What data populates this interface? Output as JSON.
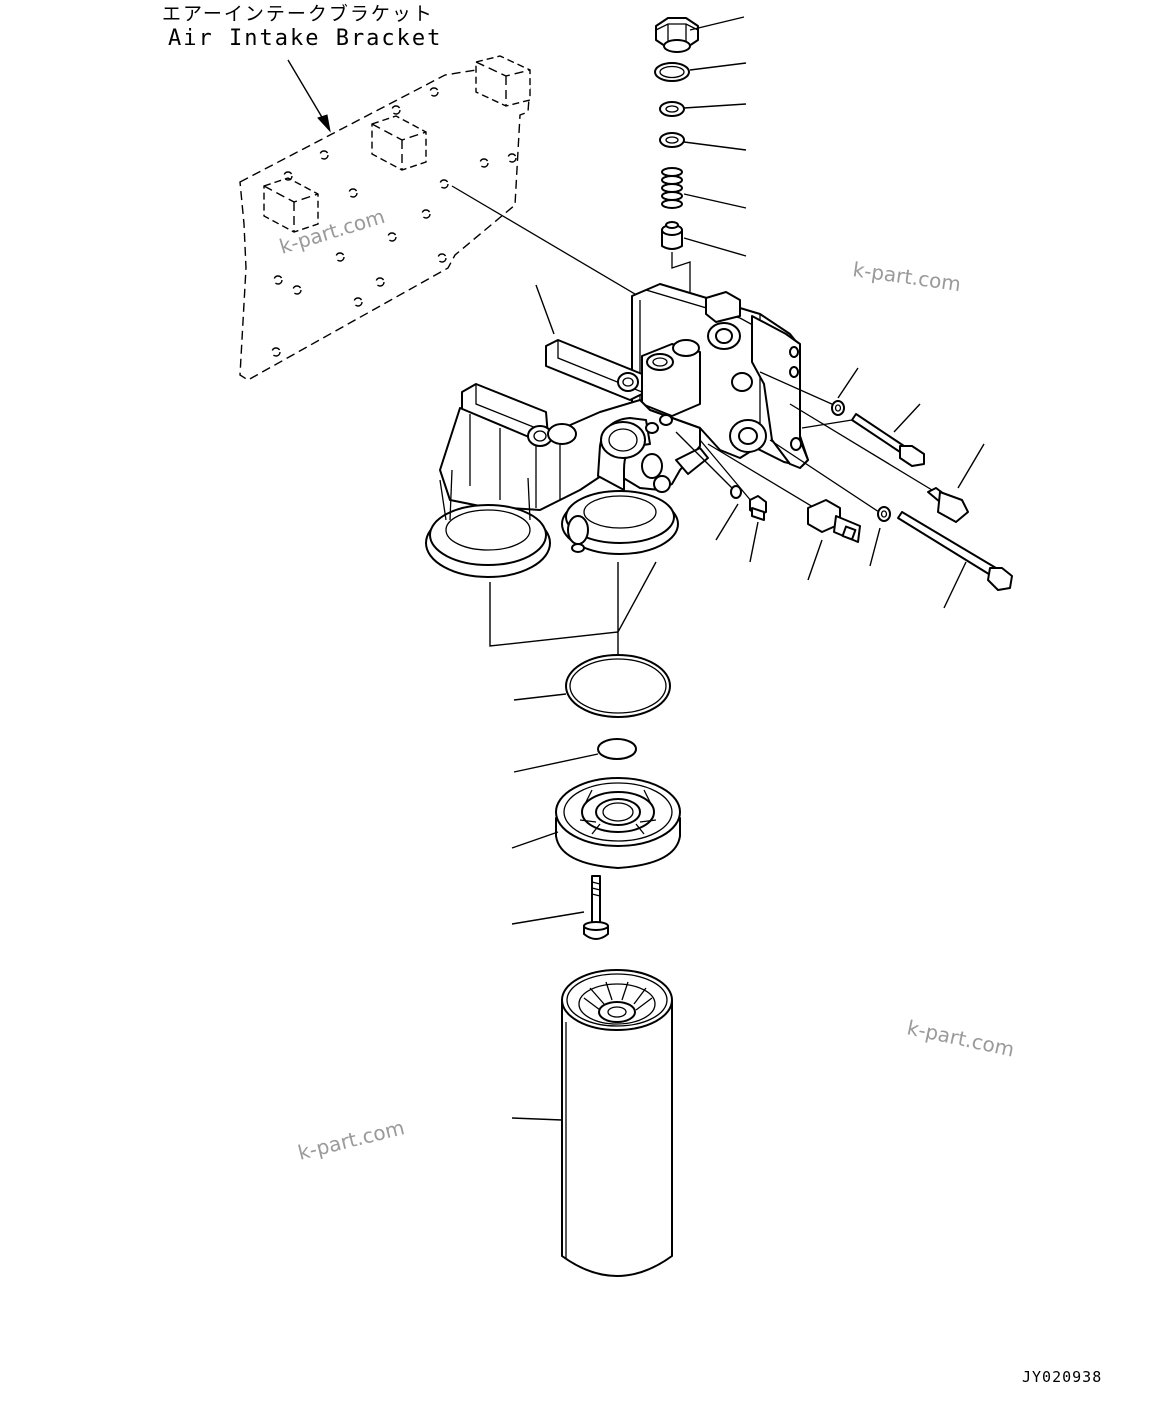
{
  "labels": {
    "bracket_jp": "エアーインテークブラケット",
    "bracket_en": "Air Intake Bracket",
    "drawing_code": "JY020938"
  },
  "watermarks": [
    "k-part.com",
    "k-part.com",
    "k-part.com",
    "k-part.com"
  ],
  "colors": {
    "ink": "#000000",
    "watermark": "#9a9a9a",
    "background": "#ffffff"
  }
}
